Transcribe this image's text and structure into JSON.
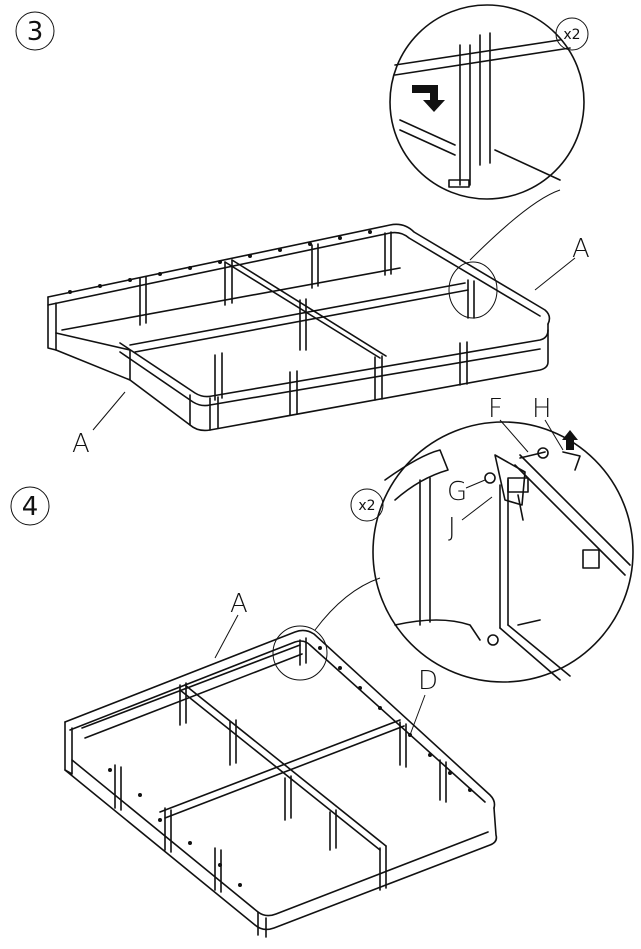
{
  "steps": [
    {
      "number": "3",
      "quantity": "x2",
      "part_labels": [
        "A",
        "A"
      ]
    },
    {
      "number": "4",
      "quantity": "x2",
      "part_labels": [
        "A",
        "D"
      ],
      "detail_labels": [
        "F",
        "H",
        "G",
        "J"
      ]
    }
  ]
}
